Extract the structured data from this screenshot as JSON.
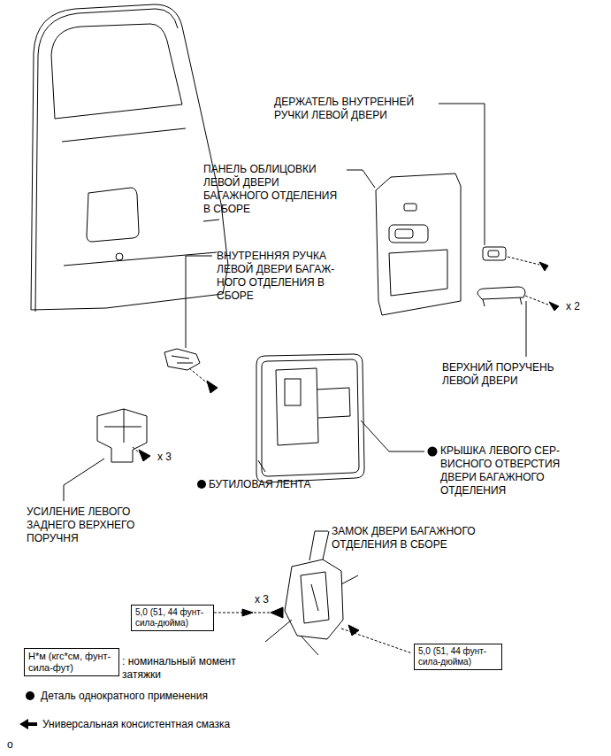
{
  "diagram": {
    "nodes": [
      {
        "text": [
          "5,0 (51, 44 фунт-сила-дюйма)"
        ]
      },
      {
        "text": [
          "5,0 (51, 44 фунт-сила-дюйма)"
        ]
      },
      {
        "text": [
          "Н*м (кгс*см, фунт-сила-фут)"
        ]
      }
    ],
    "labels": [
      "ДЕРЖАТЕЛЬ ВНУТРЕННЕЙ РУЧКИ ЛЕВОЙ ДВЕРИ",
      "ПАНЕЛЬ ОБЛИЦОВКИ ЛЕВОЙ ДВЕРИ БАГАЖНОГО ОТДЕЛЕНИЯ В СБОРЕ",
      "ВНУТРЕННЯЯ РУЧКА ЛЕВОЙ ДВЕРИ БАГАЖ- НОГО ОТДЕЛЕНИЯ В СБОРЕ",
      "x 2",
      "ВЕРХНИЙ ПОРУЧЕНЬ ЛЕВОЙ ДВЕРИ",
      "x 3",
      "БУТИЛОВАЯ ЛЕНТА",
      "КРЫШКА ЛЕВОГО СЕР- ВИСНОГО ОТВЕРСТИЯ ДВЕРИ БАГАЖНОГО ОТДЕЛЕНИЯ",
      "УСИЛЕНИЕ ЛЕВОГО ЗАДНЕГО ВЕРХНЕГО ПОРУЧНЯ",
      "ЗАМОК ДВЕРИ БАГАЖНОГО ОТДЕЛЕНИЯ В СБОРЕ",
      "x 3",
      "o"
    ],
    "legend": [
      {
        "text": ": номинальный момент затяжки"
      },
      {
        "text": "Деталь однократного применения"
      },
      {
        "text": "Универсальная консистентная смазка"
      }
    ]
  }
}
